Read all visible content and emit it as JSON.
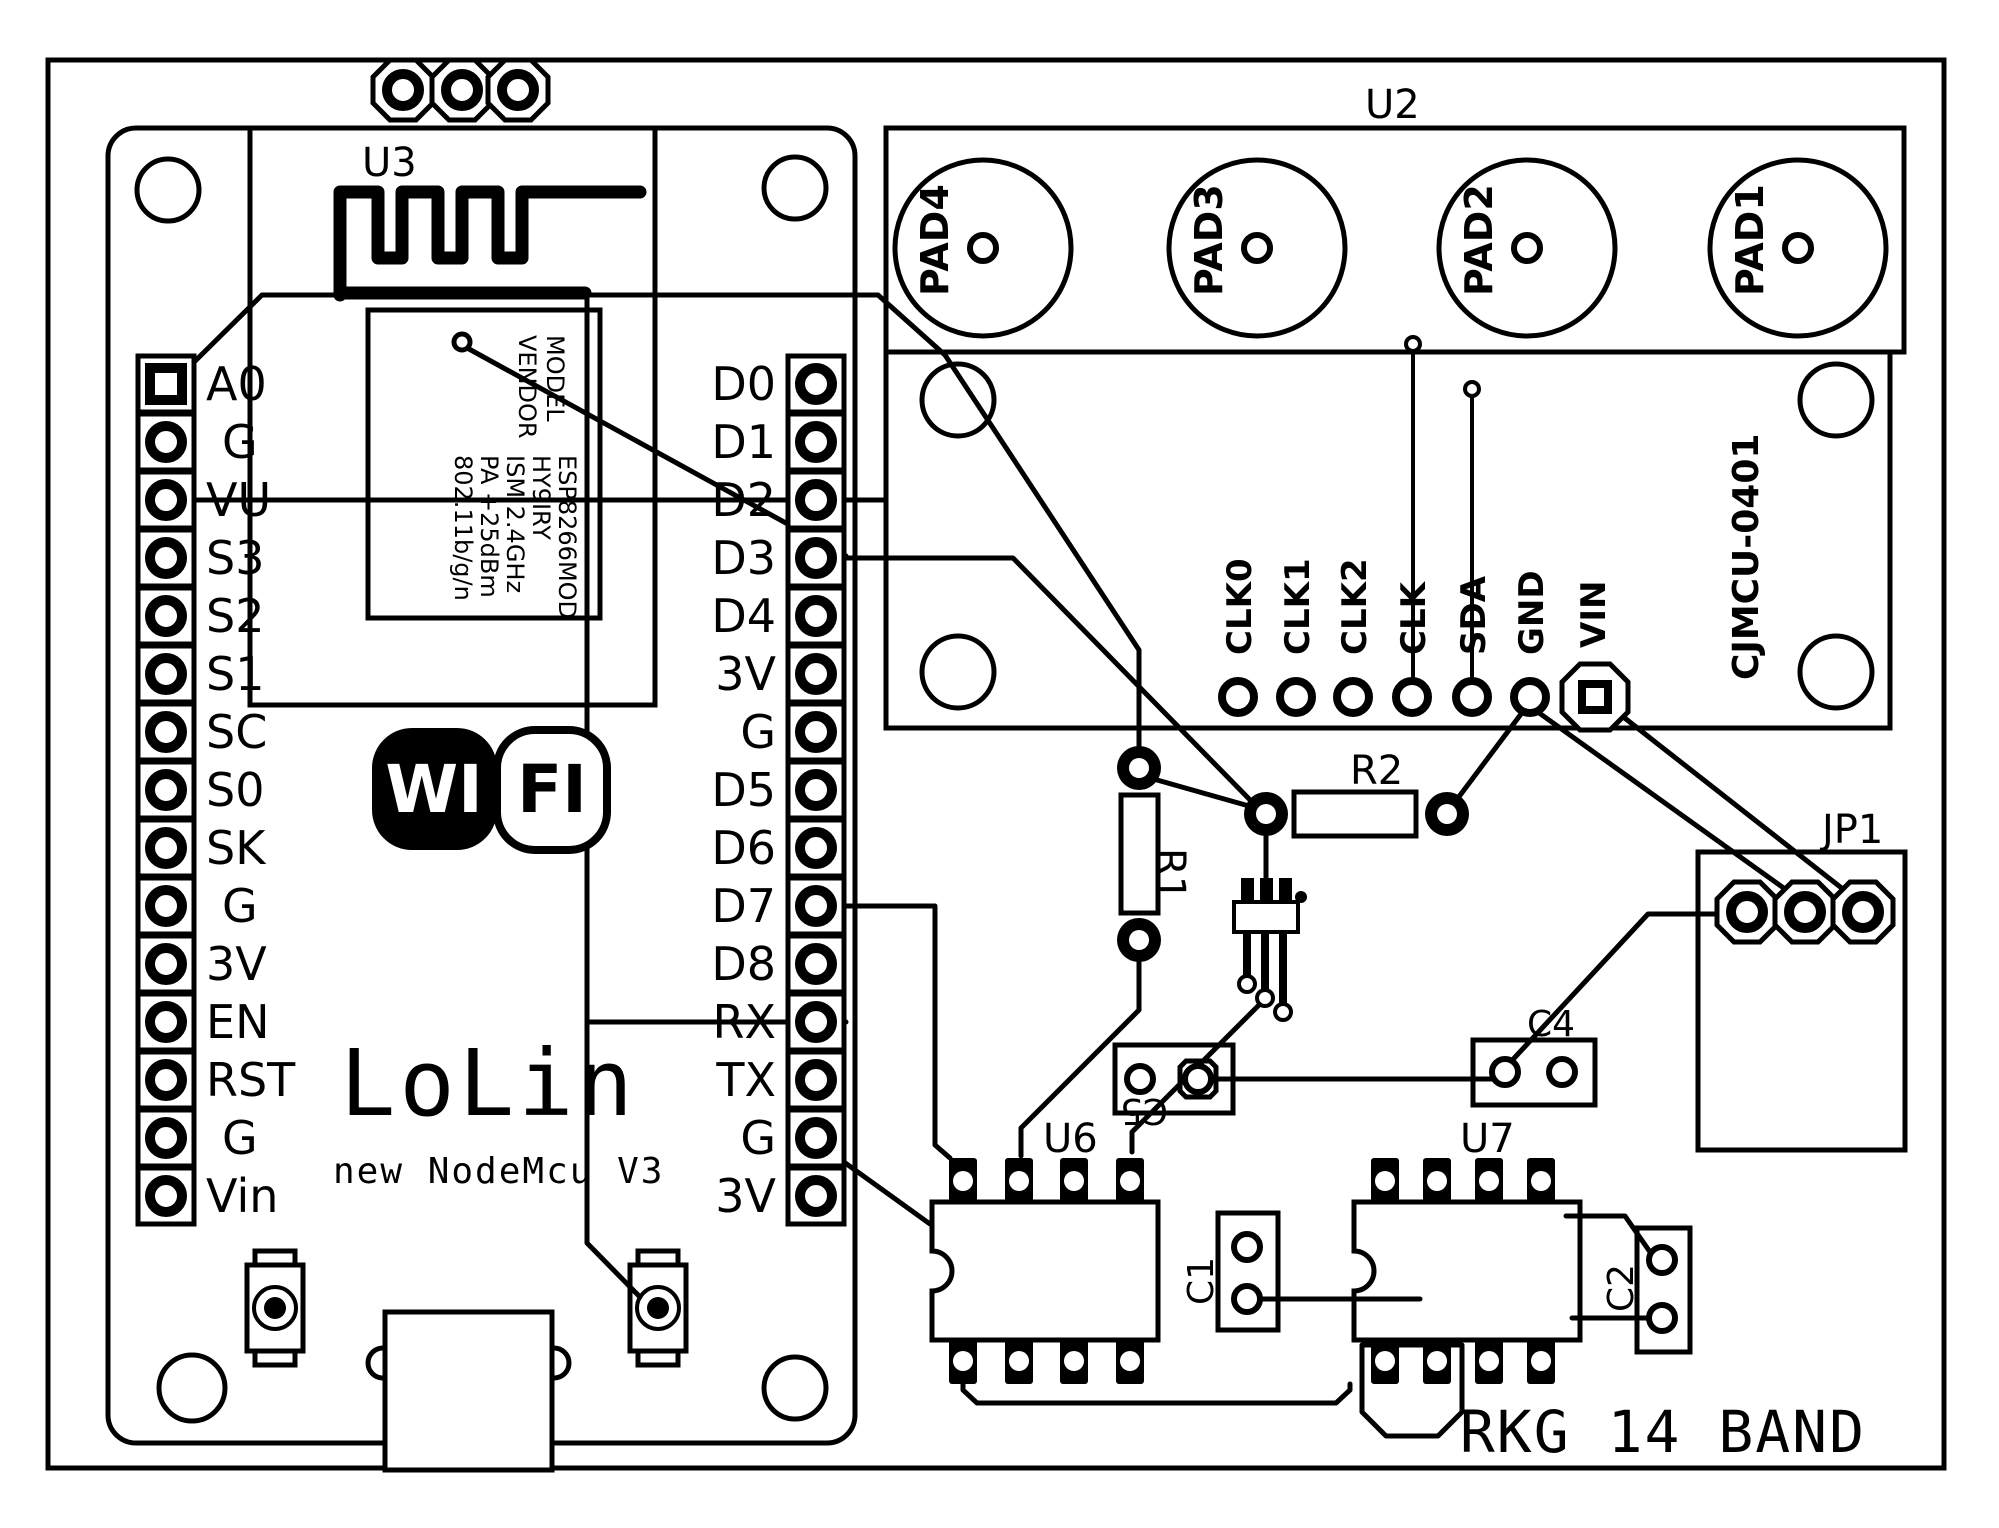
{
  "board": {
    "footer": "RKG 14 BAND"
  },
  "nodemcu": {
    "brand": "LoLin",
    "subtitle": "new NodeMcu V3",
    "wifi": {
      "wi": "WI",
      "fi": "FI"
    },
    "left_pins": [
      "A0",
      "G",
      "VU",
      "S3",
      "S2",
      "S1",
      "SC",
      "S0",
      "SK",
      "G",
      "3V",
      "EN",
      "RST",
      "G",
      "Vin"
    ],
    "right_pins": [
      "D0",
      "D1",
      "D2",
      "D3",
      "D4",
      "3V",
      "G",
      "D5",
      "D6",
      "D7",
      "D8",
      "RX",
      "TX",
      "G",
      "3V"
    ],
    "u3": {
      "ref": "U3",
      "module_lines": [
        "MODEL",
        "VENDOR",
        "ESP8266MOD",
        "HY9IRY",
        "ISM 2.4GHz",
        "PA +25dBm",
        "802.11b/g/n"
      ]
    }
  },
  "u2": {
    "ref": "U2",
    "chip": "CJMCU-0401",
    "pads": [
      "PAD4",
      "PAD3",
      "PAD2",
      "PAD1"
    ],
    "pins": [
      "CLK0",
      "CLK1",
      "CLK2",
      "CLK",
      "SDA",
      "GND",
      "VIN"
    ]
  },
  "components": {
    "r1": "R1",
    "r2": "R2",
    "c1": "C1",
    "c2": "C2",
    "c4": "C4",
    "c5": "C5",
    "u6": "U6",
    "u7": "U7",
    "jp1": "JP1"
  }
}
